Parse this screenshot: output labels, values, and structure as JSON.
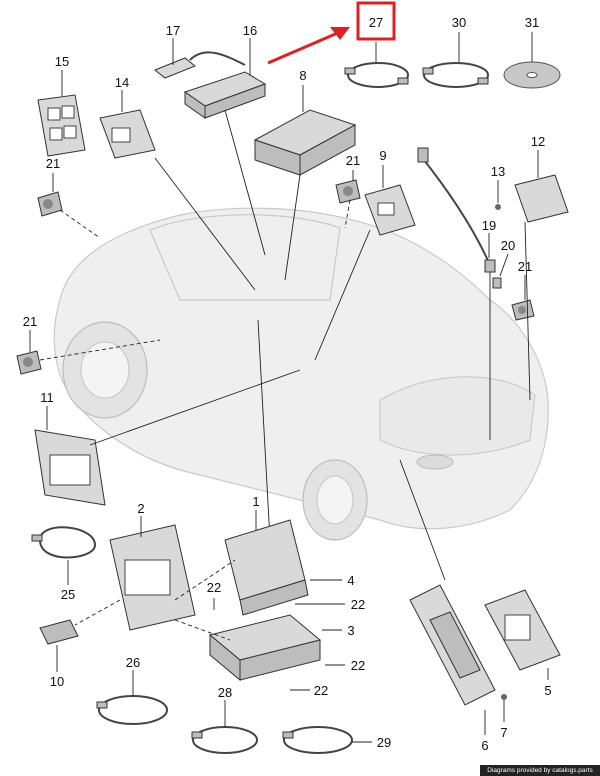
{
  "labels": {
    "l1": "1",
    "l2": "2",
    "l3": "3",
    "l4": "4",
    "l5": "5",
    "l6": "6",
    "l7": "7",
    "l8": "8",
    "l9": "9",
    "l10": "10",
    "l11": "11",
    "l12": "12",
    "l13": "13",
    "l14": "14",
    "l15": "15",
    "l16": "16",
    "l17": "17",
    "l19": "19",
    "l20": "20",
    "l21a": "21",
    "l21b": "21",
    "l21c": "21",
    "l21d": "21",
    "l22a": "22",
    "l22b": "22",
    "l22c": "22",
    "l22d": "22",
    "l25": "25",
    "l26": "26",
    "l27": "27",
    "l28": "28",
    "l29": "29",
    "l30": "30",
    "l31": "31"
  },
  "highlight": {
    "color": "#e02020"
  },
  "footer": {
    "text": "Diagrams provided by catalogs.parts"
  }
}
